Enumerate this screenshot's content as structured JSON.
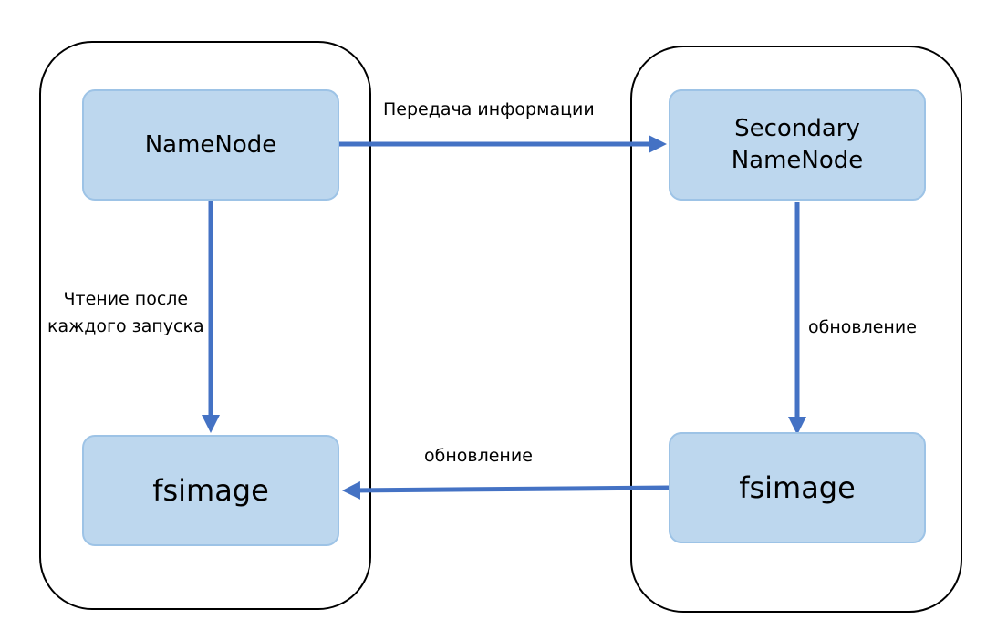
{
  "nodes": {
    "namenode": "NameNode",
    "secondary_line1": "Secondary",
    "secondary_line2": "NameNode",
    "fsimage_left": "fsimage",
    "fsimage_right": "fsimage"
  },
  "labels": {
    "transfer": "Передача информации",
    "read_line1": "Чтение после",
    "read_line2": "каждого запуска",
    "update_right": "обновление",
    "update_bottom": "обновление"
  },
  "colors": {
    "node_fill": "#bdd7ee",
    "node_border": "#9dc3e6",
    "arrow": "#4472c4",
    "container_border": "#000000"
  }
}
